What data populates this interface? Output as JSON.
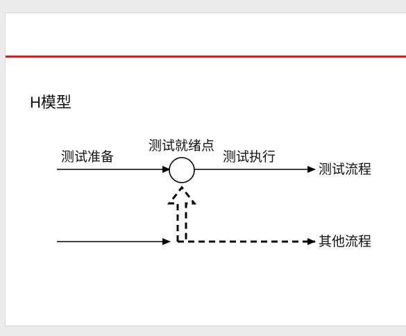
{
  "slide": {
    "title": "H模型"
  },
  "diagram": {
    "labels": {
      "prep": "测试准备",
      "ready_point": "测试就绪点",
      "exec": "测试执行",
      "test_flow": "测试流程",
      "other_flow": "其他流程"
    },
    "colors": {
      "accent_rule": "#d0221c",
      "ink": "#000000"
    }
  }
}
